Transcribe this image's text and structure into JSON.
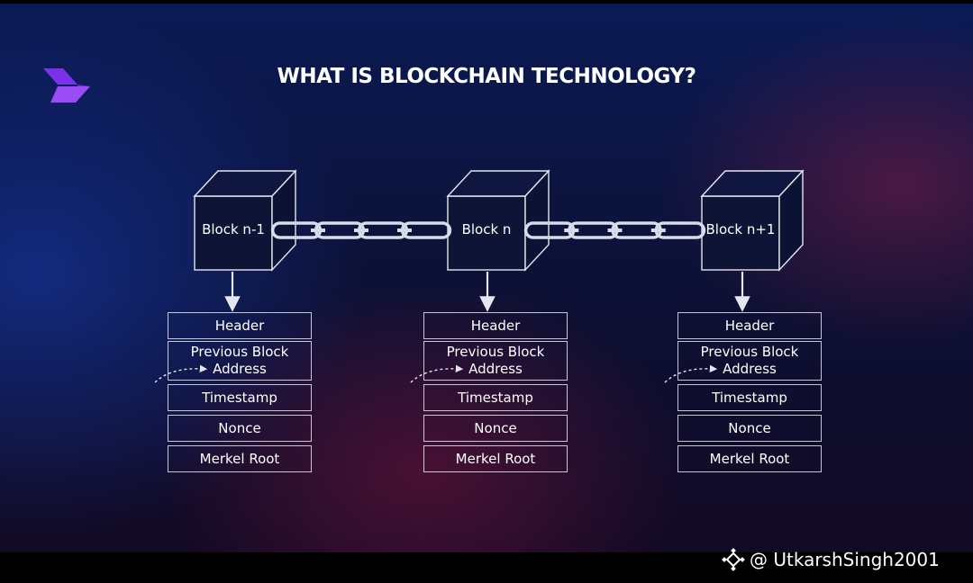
{
  "title": "WHAT IS BLOCKCHAIN TECHNOLOGY?",
  "blocks": [
    {
      "label": "Block n-1",
      "fields": [
        "Header",
        "Previous Block Address",
        "Timestamp",
        "Nonce",
        "Merkel Root"
      ]
    },
    {
      "label": "Block n",
      "fields": [
        "Header",
        "Previous Block Address",
        "Timestamp",
        "Nonce",
        "Merkel Root"
      ]
    },
    {
      "label": "Block n+1",
      "fields": [
        "Header",
        "Previous Block Address",
        "Timestamp",
        "Nonce",
        "Merkel Root"
      ]
    }
  ],
  "watermark": {
    "handle": "@ UtkarshSingh2001",
    "icon": "binance-square-icon"
  },
  "colors": {
    "logo": "#8a3df0",
    "line": "#e6e6f0",
    "chain": "#d8dbe8"
  }
}
